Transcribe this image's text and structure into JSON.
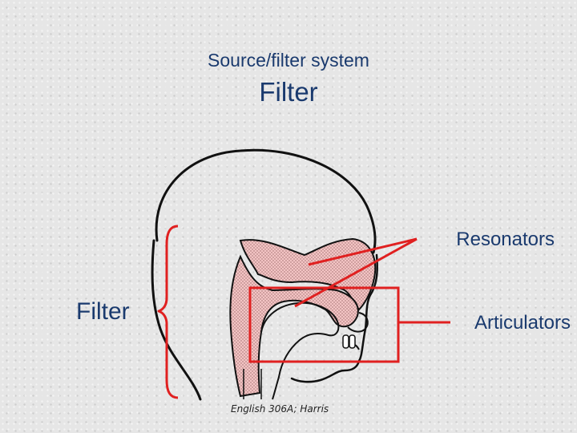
{
  "header": {
    "subtitle": "Source/filter system",
    "title": "Filter"
  },
  "labels": {
    "resonators": "Resonators",
    "articulators": "Articulators",
    "filter": "Filter"
  },
  "credit": "English 306A; Harris",
  "colors": {
    "text": "#1a3a6e",
    "annotation": "#e02020",
    "tract_fill": "#f3c4c4",
    "outline": "#111111"
  }
}
